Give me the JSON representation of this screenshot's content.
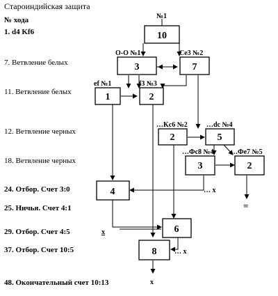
{
  "title": "Староиндийская защита",
  "heading": "№ хода",
  "moves": [
    {
      "text": "1. d4 Kf6"
    },
    {
      "text": "7. Ветвление белых"
    },
    {
      "text": "11. Ветвление белых"
    },
    {
      "text": "12. Ветвление черных"
    },
    {
      "text": "18. Ветвление черных"
    },
    {
      "text": "24. Отбор. Счет 3:0"
    },
    {
      "text": "25. Ничья. Счет 4:1"
    },
    {
      "text": "29. Отбор. Счет 4:5"
    },
    {
      "text": "37. Отбор. Счет 10:5"
    },
    {
      "text": "48. Окончательный счет 10:13"
    }
  ],
  "nodes": [
    {
      "id": "n10",
      "value": "10",
      "label": "№1"
    },
    {
      "id": "n3a",
      "value": "3",
      "label": "O-O №1"
    },
    {
      "id": "n7",
      "value": "7",
      "label": "Ce3 №2"
    },
    {
      "id": "n1",
      "value": "1",
      "label": "ef №1"
    },
    {
      "id": "n2a",
      "value": "2",
      "label": "f3 №3"
    },
    {
      "id": "n2b",
      "value": "2",
      "label": "…Kc6 №2"
    },
    {
      "id": "n5",
      "value": "5",
      "label": "…dc №4"
    },
    {
      "id": "n3b",
      "value": "3",
      "label": "…Фc8 №4"
    },
    {
      "id": "n2c",
      "value": "2",
      "label": "…Фe7 №5"
    },
    {
      "id": "n4",
      "value": "4",
      "label": ""
    },
    {
      "id": "n6",
      "value": "6",
      "label": ""
    },
    {
      "id": "n8",
      "value": "8",
      "label": ""
    }
  ],
  "marks": {
    "x1": "… x",
    "x2": "x",
    "x3": "… x",
    "x4": "x",
    "draw": "="
  }
}
